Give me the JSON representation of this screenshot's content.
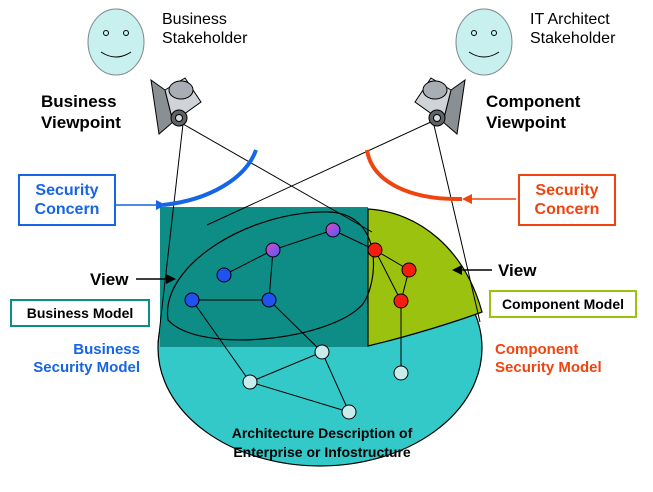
{
  "labels": {
    "business_stakeholder": [
      "Business",
      "Stakeholder"
    ],
    "it_stakeholder": [
      "IT Architect",
      "Stakeholder"
    ],
    "business_viewpoint": [
      "Business",
      "Viewpoint"
    ],
    "component_viewpoint": [
      "Component",
      "Viewpoint"
    ],
    "security_concern_left": [
      "Security",
      "Concern"
    ],
    "security_concern_right": [
      "Security",
      "Concern"
    ],
    "view_left": "View",
    "view_right": "View",
    "business_model": "Business Model",
    "component_model": "Component Model",
    "business_security_model": [
      "Business",
      "Security Model"
    ],
    "component_security_model": [
      "Component",
      "Security Model"
    ],
    "architecture_description": [
      "Architecture Description of",
      "Enterprise or Infostructure"
    ]
  },
  "colors": {
    "ellipse_fill": "#33c9c9",
    "business_rect": "#0e8d86",
    "component_area": "#9ac20f",
    "face": "#c8f0ee",
    "blue_node": "#2052f0",
    "red_node": "#f51d10",
    "mixed_node": "#c860c8",
    "light_node": "#c8ecec",
    "blue_accent": "#1565e6",
    "red_accent": "#f0440f"
  },
  "icons": [
    "smiley-face-icon",
    "camera-icon",
    "arrow-icon"
  ]
}
